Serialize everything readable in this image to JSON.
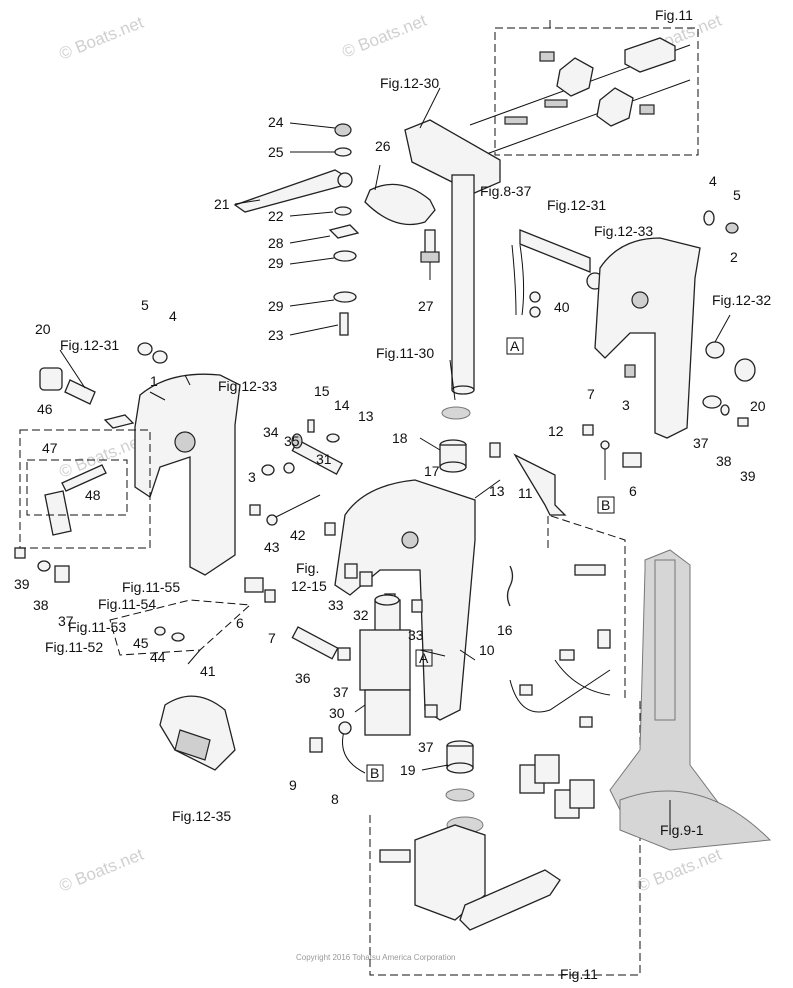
{
  "watermarks": [
    "© Boats.net",
    "© Boats.net",
    "© Boats.net",
    "© Boats.net",
    "© Boats.net",
    "© Boats.net"
  ],
  "copyright": "Copyright 2016 Tohatsu America Corporation",
  "callouts": {
    "c1": "1",
    "c2": "2",
    "c3a": "3",
    "c3b": "3",
    "c4a": "4",
    "c4b": "4",
    "c5a": "5",
    "c5b": "5",
    "c6a": "6",
    "c6b": "6",
    "c7a": "7",
    "c7b": "7",
    "c8": "8",
    "c9": "9",
    "c10": "10",
    "c11": "11",
    "c12": "12",
    "c13a": "13",
    "c13b": "13",
    "c14": "14",
    "c15": "15",
    "c16": "16",
    "c17": "17",
    "c18": "18",
    "c19": "19",
    "c20a": "20",
    "c20b": "20",
    "c21": "21",
    "c22": "22",
    "c23": "23",
    "c24": "24",
    "c25": "25",
    "c26": "26",
    "c27": "27",
    "c28": "28",
    "c29a": "29",
    "c29b": "29",
    "c30": "30",
    "c31": "31",
    "c32": "32",
    "c33a": "33",
    "c33b": "33",
    "c34": "34",
    "c35": "35",
    "c36": "36",
    "c37a": "37",
    "c37b": "37",
    "c37c": "37",
    "c37d": "37",
    "c38a": "38",
    "c38b": "38",
    "c39a": "39",
    "c39b": "39",
    "c40": "40",
    "c41": "41",
    "c42": "42",
    "c43": "43",
    "c44": "44",
    "c45": "45",
    "c46": "46",
    "c47": "47",
    "c48": "48"
  },
  "refs": {
    "fig11_top": "Fig.11",
    "fig12_30": "Fig.12-30",
    "fig8_37": "Fig.8-37",
    "fig12_31_top": "Fig.12-31",
    "fig12_33_right": "Fig.12-33",
    "fig12_32": "Fig.12-32",
    "fig12_31_left": "Fig.12-31",
    "fig12_33_mid": "Fig.12-33",
    "fig11_30": "Fig.11-30",
    "fig12_15_a": "Fig.",
    "fig12_15_b": "12-15",
    "fig11_55": "Fig.11-55",
    "fig11_54": "Fig.11-54",
    "fig11_53": "Fig.11-53",
    "fig11_52": "Fig.11-52",
    "fig12_35": "Fig.12-35",
    "fig9_1": "Fig.9-1",
    "fig11_bottom": "Fig.11"
  },
  "connectors": {
    "a_top": "A",
    "a_mid": "A",
    "b_right": "B",
    "b_bottom": "B"
  }
}
